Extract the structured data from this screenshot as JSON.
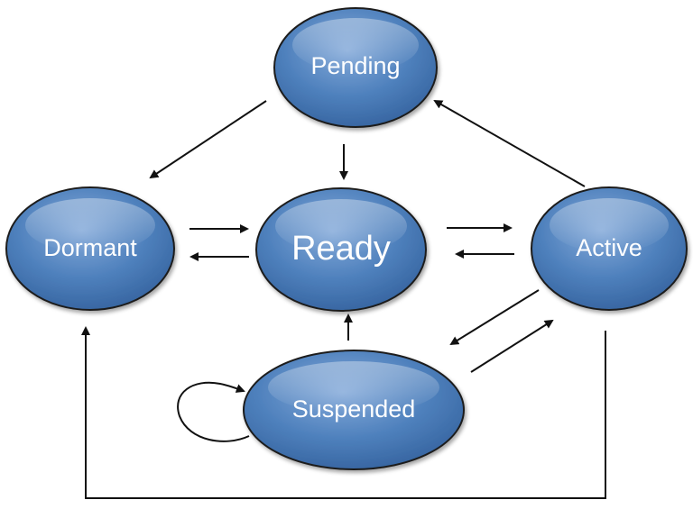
{
  "nodes": {
    "pending": {
      "label": "Pending"
    },
    "dormant": {
      "label": "Dormant"
    },
    "ready": {
      "label": "Ready"
    },
    "active": {
      "label": "Active"
    },
    "suspended": {
      "label": "Suspended"
    }
  },
  "colors": {
    "node_fill": "#4f81bd",
    "node_fill_light": "#7fa6d6",
    "node_fill_dark": "#2e5b96",
    "node_stroke": "#1f1f1f",
    "arrow": "#111111"
  }
}
